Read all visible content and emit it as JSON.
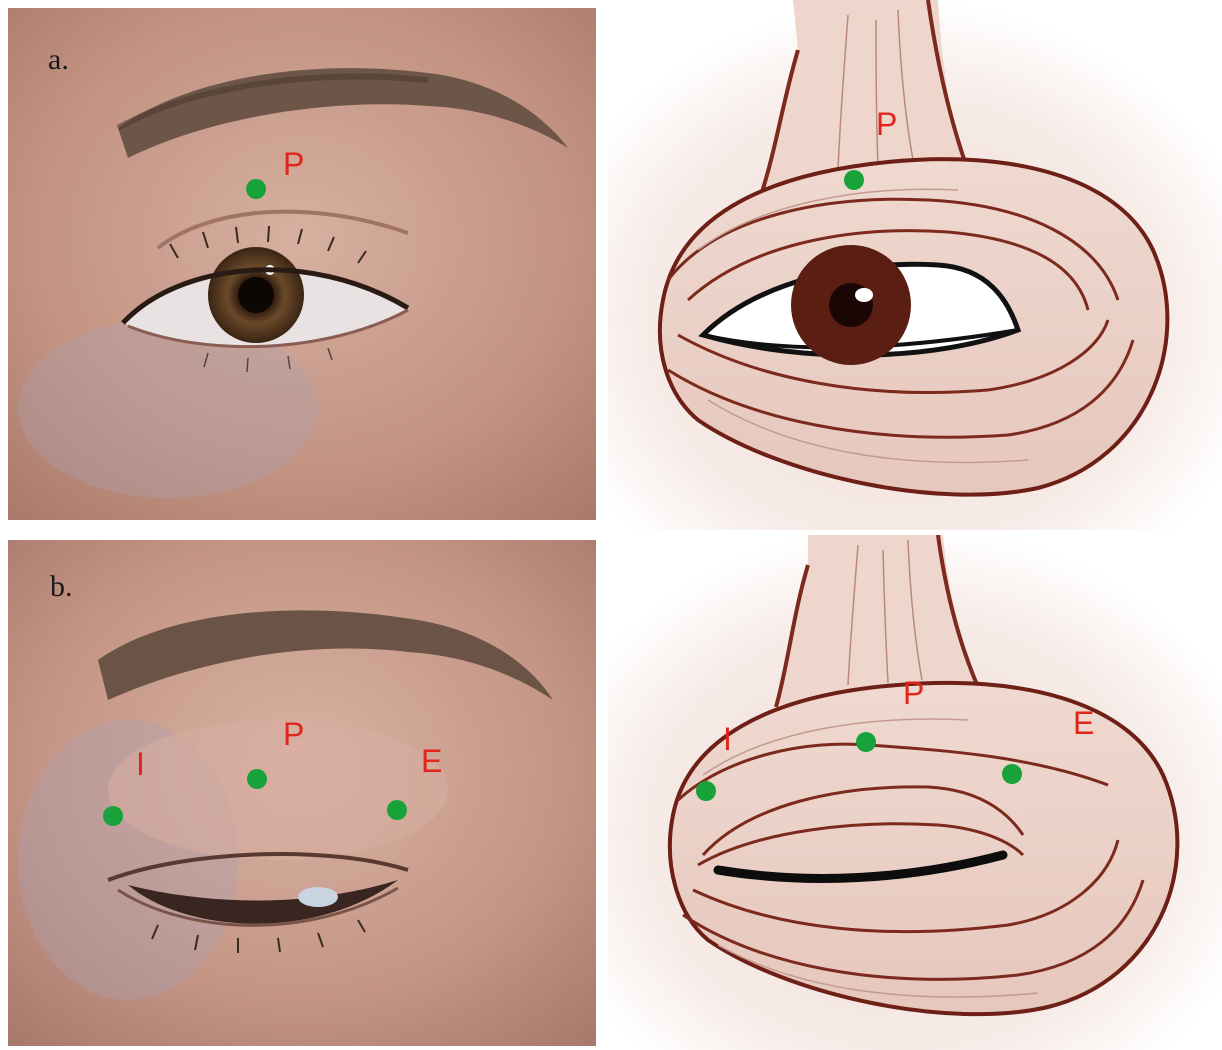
{
  "panels": {
    "a": {
      "label": "a.",
      "photo_points": [
        {
          "label": "P"
        }
      ],
      "illustration_points": [
        {
          "label": "P"
        }
      ]
    },
    "b": {
      "label": "b.",
      "photo_points": [
        {
          "label": "I"
        },
        {
          "label": "P"
        },
        {
          "label": "E"
        }
      ],
      "illustration_points": [
        {
          "label": "I"
        },
        {
          "label": "P"
        },
        {
          "label": "E"
        }
      ]
    }
  },
  "colors": {
    "point_marker": "#17a23a",
    "point_label": "#e0261c",
    "muscle_line": "#8a2a1c",
    "skin": "#c99a8a"
  }
}
